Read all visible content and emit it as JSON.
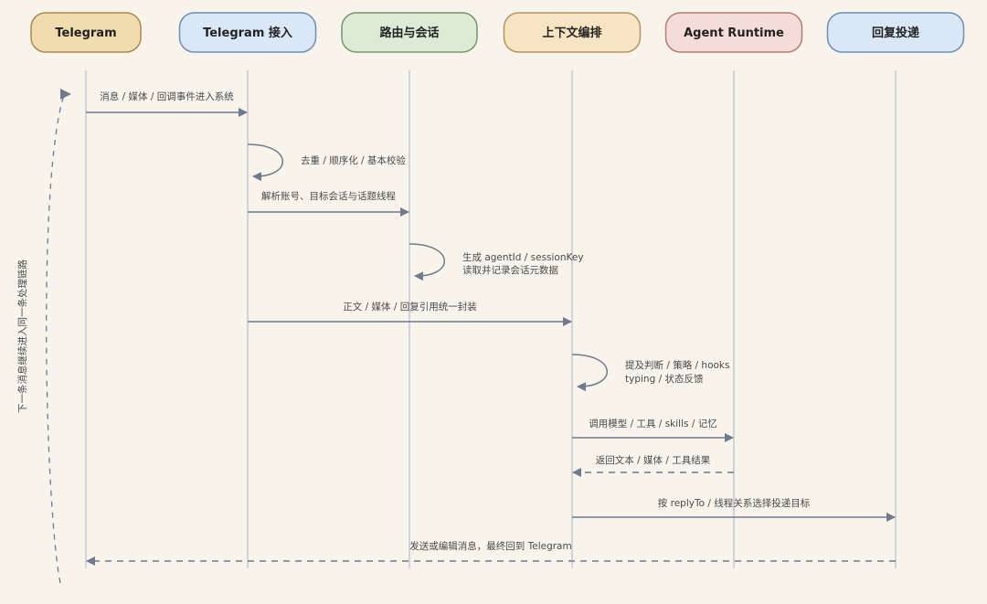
{
  "participants": [
    {
      "label": "Telegram",
      "fill": "#f0dcaf",
      "stroke": "#a88a4f"
    },
    {
      "label": "Telegram 接入",
      "fill": "#d9e7f6",
      "stroke": "#6d8db5"
    },
    {
      "label": "路由与会话",
      "fill": "#dcebd6",
      "stroke": "#76966c"
    },
    {
      "label": "上下文编排",
      "fill": "#f6e4c3",
      "stroke": "#b59460"
    },
    {
      "label": "Agent Runtime",
      "fill": "#f4dcd8",
      "stroke": "#b27d76"
    },
    {
      "label": "回复投递",
      "fill": "#d9e7f6",
      "stroke": "#6d8db5"
    }
  ],
  "messages": [
    {
      "from": 0,
      "to": 1,
      "style": "solid",
      "lines": [
        "消息 / 媒体 / 回调事件进入系统"
      ]
    },
    {
      "from": 1,
      "to": 1,
      "style": "self",
      "lines": [
        "去重 / 顺序化 / 基本校验"
      ]
    },
    {
      "from": 1,
      "to": 2,
      "style": "solid",
      "lines": [
        "解析账号、目标会话与话题线程"
      ]
    },
    {
      "from": 2,
      "to": 2,
      "style": "self",
      "lines": [
        "生成 agentId / sessionKey",
        "读取并记录会话元数据"
      ]
    },
    {
      "from": 1,
      "to": 3,
      "style": "solid",
      "lines": [
        "正文 / 媒体 / 回复引用统一封装"
      ]
    },
    {
      "from": 3,
      "to": 3,
      "style": "self",
      "lines": [
        "提及判断 / 策略 / hooks",
        "typing / 状态反馈"
      ]
    },
    {
      "from": 3,
      "to": 4,
      "style": "solid",
      "lines": [
        "调用模型 / 工具 / skills / 记忆"
      ]
    },
    {
      "from": 4,
      "to": 3,
      "style": "dashed",
      "lines": [
        "返回文本 / 媒体 / 工具结果"
      ]
    },
    {
      "from": 3,
      "to": 5,
      "style": "solid",
      "lines": [
        "按 replyTo / 线程关系选择投递目标"
      ]
    },
    {
      "from": 5,
      "to": 0,
      "style": "dashed",
      "lines": [
        "发送或编辑消息，最终回到 Telegram"
      ]
    }
  ],
  "loop_label": "下一条消息继续进入同一条处理链路",
  "line_color": "#6f7a8c",
  "lifeline_color": "#c4c8d2"
}
